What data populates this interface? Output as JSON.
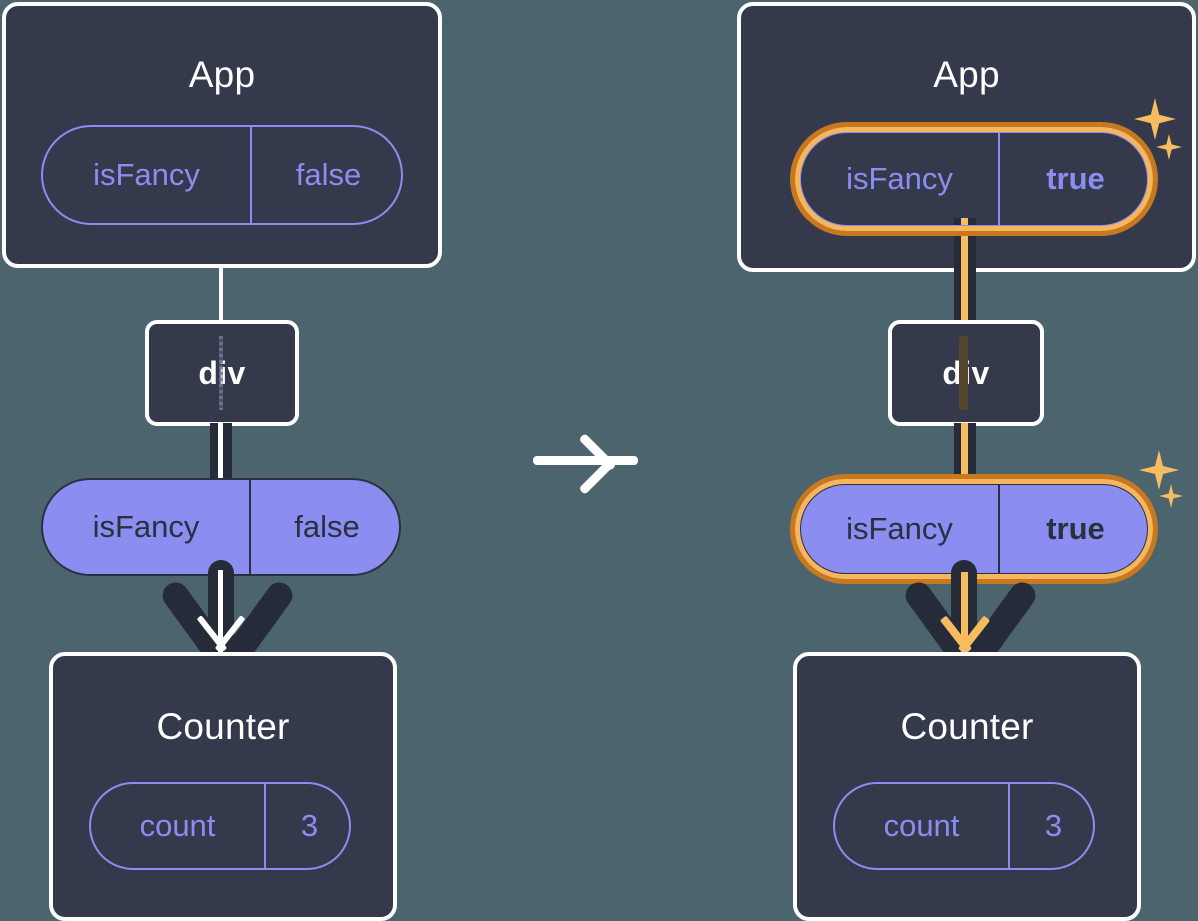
{
  "diagram": {
    "title": "React state propagation: isFancy false to true",
    "background_color": "#4b646d",
    "box_fill": "#343a4c",
    "box_border": "#ffffff",
    "pill_purple": "#8b8df0",
    "pill_text_dark": "#2b3040",
    "highlight_outer": "#c8781e",
    "highlight_inner": "#f6b65d",
    "sparkle_color": "#f8bc60",
    "line_dark": "#252b38",
    "line_white": "#ffffff",
    "line_orange": "#f8bc60"
  },
  "transition": {
    "icon": "arrow-right-icon",
    "label": "→"
  },
  "panels": [
    {
      "id": "before",
      "app": {
        "title": "App",
        "state": {
          "key": "isFancy",
          "value": "false",
          "value_bold": false,
          "highlighted": false,
          "style": "outline"
        }
      },
      "element": {
        "label": "div"
      },
      "prop": {
        "key": "isFancy",
        "value": "false",
        "value_bold": false,
        "highlighted": false,
        "style": "solid"
      },
      "counter": {
        "title": "Counter",
        "state": {
          "key": "count",
          "value": "3",
          "value_bold": false,
          "highlighted": false,
          "style": "outline"
        }
      },
      "connector_color": "#ffffff",
      "arrow_color": "#ffffff",
      "sparkles": false
    },
    {
      "id": "after",
      "app": {
        "title": "App",
        "state": {
          "key": "isFancy",
          "value": "true",
          "value_bold": true,
          "highlighted": true,
          "style": "outline"
        }
      },
      "element": {
        "label": "div"
      },
      "prop": {
        "key": "isFancy",
        "value": "true",
        "value_bold": true,
        "highlighted": true,
        "style": "solid"
      },
      "counter": {
        "title": "Counter",
        "state": {
          "key": "count",
          "value": "3",
          "value_bold": false,
          "highlighted": false,
          "style": "outline"
        }
      },
      "connector_color": "#f8bc60",
      "arrow_color": "#f8bc60",
      "sparkles": true
    }
  ]
}
